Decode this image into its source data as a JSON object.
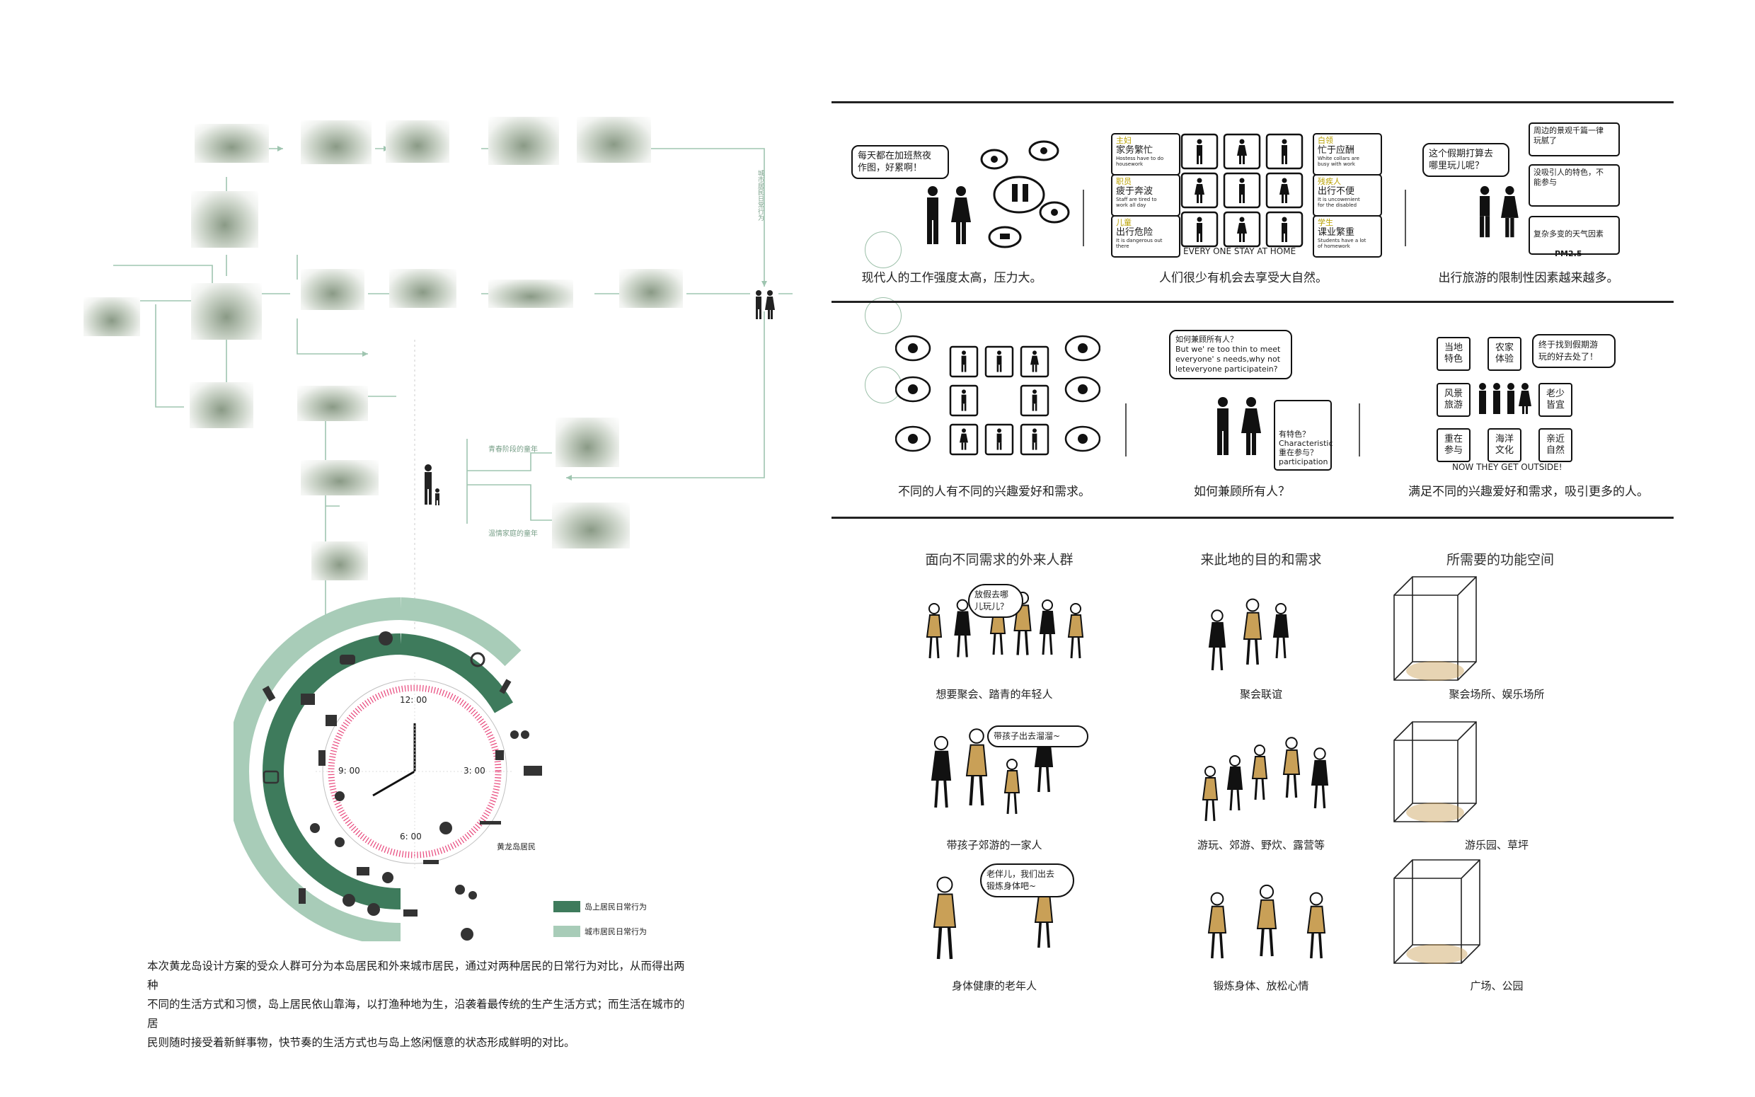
{
  "colors": {
    "dark_green": "#3e7b5c",
    "light_green": "#a8ccb8",
    "mustard": "#c9a057",
    "line": "#222222",
    "pink": "#e8457a"
  },
  "flow": {
    "vertical_label": "城市居民日常行为",
    "branch_labels": [
      "青春阶段的童年",
      "温情家庭的童年"
    ],
    "resident_label": "黄龙岛居民"
  },
  "clock": {
    "labels": [
      "12: 00",
      "3: 00",
      "6: 00",
      "9: 00"
    ],
    "hour_hand_deg": 0,
    "minute_hand_deg": 240
  },
  "legend": [
    {
      "label": "岛上居民日常行为",
      "color": "#3e7b5c"
    },
    {
      "label": "城市居民日常行为",
      "color": "#a8ccb8"
    }
  ],
  "intro_paragraph": [
    "本次黄龙岛设计方案的受众人群可分为本岛居民和外来城市居民，通过对两种居民的日常行为对比，从而得出两种",
    "不同的生活方式和习惯，岛上居民依山靠海，以打渔种地为生，沿袭着最传统的生产生活方式；而生活在城市的居",
    "民则随时接受着新鲜事物，快节奏的生活方式也与岛上悠闲惬意的状态形成鲜明的对比。"
  ],
  "row1": {
    "panel1": {
      "bubble": "每天都在加班熬夜\n作图，好累啊！",
      "caption": "现代人的工作强度太高，压力大。"
    },
    "panel2": {
      "left_boxes": [
        {
          "title": "主妇",
          "cn": "家务繁忙",
          "en": "Hostess have to do\nhousework"
        },
        {
          "title": "职员",
          "cn": "疲于奔波",
          "en": "Staff are tired to\nwork all day"
        },
        {
          "title": "儿童",
          "cn": "出行危险",
          "en": "It is dangerous out\nthere"
        }
      ],
      "right_boxes": [
        {
          "title": "白领",
          "cn": "忙于应酬",
          "en": "White collars are\nbusy with work"
        },
        {
          "title": "残疾人",
          "cn": "出行不便",
          "en": "It is uncowenient\nfor the disabled"
        },
        {
          "title": "学生",
          "cn": "课业繁重",
          "en": "Students have a lot\nof homework"
        }
      ],
      "grid_label": "EVERY ONE STAY AT HOME",
      "caption": "人们很少有机会去享受大自然。"
    },
    "panel3": {
      "bubble": "这个假期打算去\n哪里玩儿呢？",
      "box1": "周边的景观千篇一律\n玩腻了",
      "box2": "没吸引人的特色，不\n能参与",
      "box3": "复杂多变的天气因素",
      "pm": "PM2.5",
      "caption": "出行旅游的限制性因素越来越多。"
    }
  },
  "row2": {
    "panel1": {
      "caption": "不同的人有不同的兴趣爱好和需求。"
    },
    "panel2": {
      "bubble": "如何兼顾所有人？\nBut we' re too thin to meet\neveryone' s needs,why not\nleteveryone participatein?",
      "box": "有特色？\nCharacteristic\n重在参与？\nparticipation",
      "caption": "如何兼顾所有人？"
    },
    "panel3": {
      "tiles": [
        "当地\n特色",
        "农家\n体验",
        "风景\n旅游",
        "老少\n皆宜",
        "重在\n参与",
        "海洋\n文化",
        "亲近\n自然"
      ],
      "bubble": "终于找到假期游\n玩的好去处了！",
      "label": "NOW THEY GET OUTSIDE!",
      "caption": "满足不同的兴趣爱好和需求，吸引更多的人。"
    }
  },
  "row3": {
    "headers": [
      "面向不同需求的外来人群",
      "来此地的目的和需求",
      "所需要的功能空间"
    ],
    "bubbles": [
      "放假去哪\n儿玩儿？",
      "带孩子出去溜溜~",
      "老伴儿，我们出去\n锻炼身体吧~"
    ],
    "captions": [
      [
        "想要聚会、踏青的年轻人",
        "聚会联谊",
        "聚会场所、娱乐场所"
      ],
      [
        "带孩子郊游的一家人",
        "游玩、郊游、野炊、露营等",
        "游乐园、草坪"
      ],
      [
        "身体健康的老年人",
        "锻炼身体、放松心情",
        "广场、公园"
      ]
    ]
  }
}
